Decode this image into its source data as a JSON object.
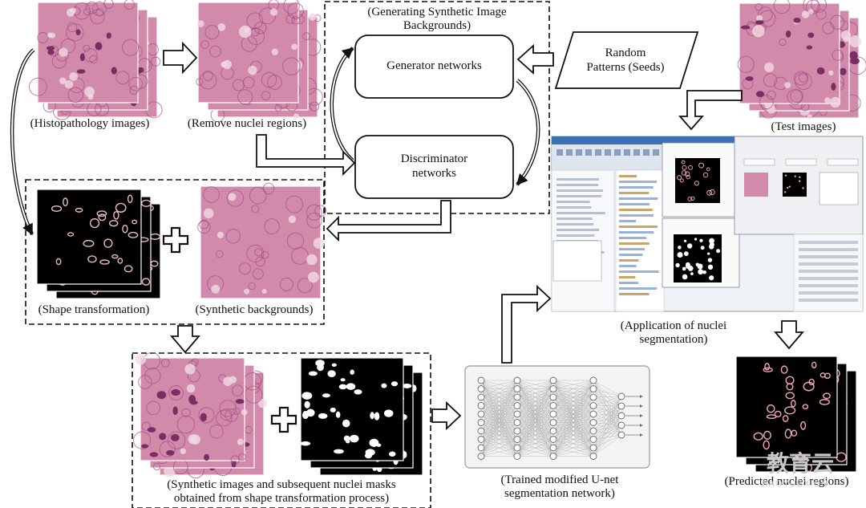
{
  "labels": {
    "histopathology": "(Histopathology images)",
    "remove_nuclei": "(Remove nuclei regions)",
    "gan_title_line1": "(Generating Synthetic Image",
    "gan_title_line2": "Backgrounds)",
    "generator": "Generator networks",
    "discriminator_line1": "Discriminator",
    "discriminator_line2": "networks",
    "random_line1": "Random",
    "random_line2": "Patterns (Seeds)",
    "test_images": "(Test images)",
    "shape_transformation": "(Shape transformation)",
    "synthetic_backgrounds": "(Synthetic backgrounds)",
    "application_line1": "(Application of nuclei",
    "application_line2": "segmentation)",
    "synthetic_line1": "(Synthetic images and subsequent nuclei masks",
    "synthetic_line2": "obtained from shape transformation process)",
    "unet_line1": "(Trained modified U-net",
    "unet_line2": "segmentation network)",
    "predicted": "(Predicted nuclei regions)"
  },
  "watermark": {
    "big": "教育云",
    "small": "JIAOYUEXION"
  },
  "colors": {
    "tissue": "#d18aa9",
    "tissue_dark": "#7a2e63",
    "mask_bg": "#000000",
    "mask_fg": "#ffffff",
    "ui_bg": "#eef1f6"
  }
}
